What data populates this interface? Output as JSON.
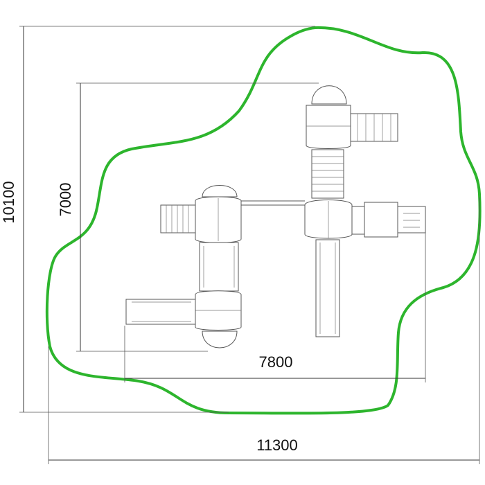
{
  "dimensions": {
    "overall_width": "11300",
    "overall_height": "10100",
    "structure_width": "7800",
    "structure_height": "7000"
  },
  "colors": {
    "safety_zone": "#2db52d",
    "lines": "#333333",
    "equipment": "#555555"
  }
}
